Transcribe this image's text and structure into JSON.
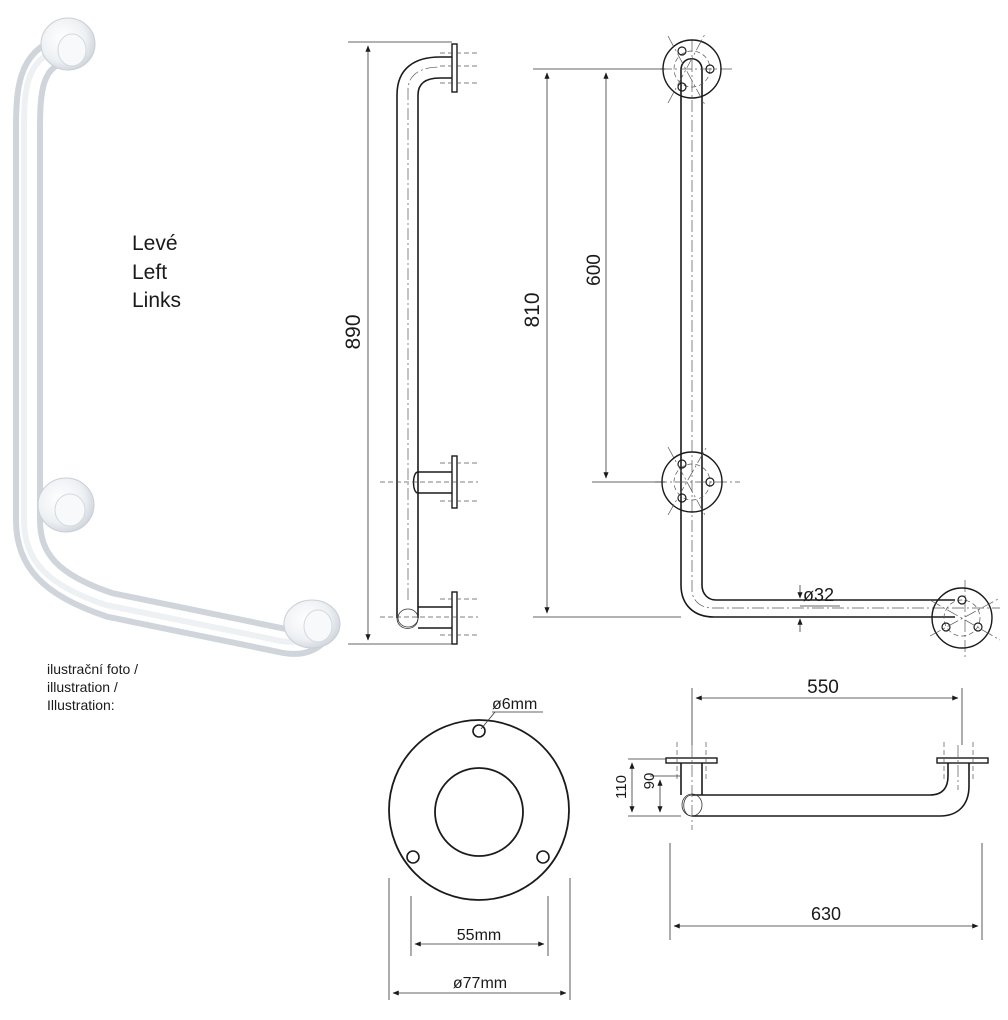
{
  "variant": {
    "lines": [
      "Levé",
      "Left",
      "Links"
    ]
  },
  "photo_caption": {
    "lines": [
      "ilustrační foto /",
      "illustration /",
      "Illustration:"
    ]
  },
  "dimensions": {
    "side_height": "890",
    "front_height": "810",
    "front_flange_spacing": "600",
    "tube_diameter": "ø32",
    "plate_hole": "ø6mm",
    "plate_inner": "55mm",
    "plate_outer": "ø77mm",
    "top_inner_length": "550",
    "top_depth_outer": "110",
    "top_depth_inner": "90",
    "top_overall_length": "630"
  }
}
